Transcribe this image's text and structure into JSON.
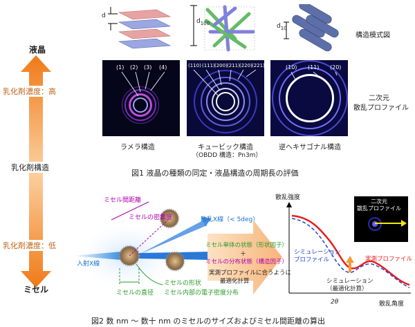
{
  "left_axis": {
    "top_label": "液晶",
    "high_label": "乳化剤濃度：高",
    "middle_label": "乳化剤構造",
    "low_label": "乳化剤濃度：低",
    "bottom_label": "ミセル"
  },
  "fig1": {
    "schematic_label": "構造模式図",
    "scattering_label_line1": "二次元",
    "scattering_label_line2": "散乱プロファイル",
    "d_lamella": "d",
    "d_cubic": "d",
    "d_cubic_sub": "100",
    "d_hex": "d",
    "d_hex_sub": "10",
    "lamella_peaks": [
      "(1)",
      "(2)",
      "(3)",
      "(4)"
    ],
    "cubic_peaks": [
      "(110)",
      "(111)",
      "(200)",
      "(211)",
      "(220)",
      "(221)"
    ],
    "hex_peaks": [
      "(10)",
      "(11)",
      "(20)"
    ],
    "lamella_name": "ラメラ構造",
    "cubic_name": "キュービック構造",
    "cubic_sub": "（OBDD 構造：Pn3m）",
    "hex_name": "逆ヘキサゴナル構造",
    "caption": "図1 液晶の種類の同定・液晶構造の周期長の評価"
  },
  "fig2": {
    "micelle_spacing": "ミセル間距離",
    "micelle_density": "ミセルの密集度",
    "xray_label": "散乱X線（< 5deg）",
    "incident_label": "入射X線",
    "diameter_label": "ミセルの直径",
    "shape_label": "ミセルの形状",
    "electron_label": "ミセル内部の電子密度分布",
    "form_factor": "ミセル単体の状態（形状因子）",
    "plus": "＋",
    "structure_factor": "ミセルの分布状態（構造因子）",
    "fit_line1": "実測プロファイルに合うように",
    "fit_line2": "最適化計算",
    "intensity_axis": "散乱強度",
    "angle_axis": "散乱角度",
    "two_theta": "2θ",
    "sim_profile_line1": "シミュレーション",
    "sim_profile_line2": "プロファイル",
    "measured_profile": "実測プロファイル",
    "sim_opt_line1": "シミュレーション",
    "sim_opt_line2": "（最適化計算）",
    "inset_line1": "二次元",
    "inset_line2": "散乱プロファイル",
    "caption": "図2 数 nm ～ 数十 nm のミセルのサイズおよびミセル間距離の算出"
  },
  "colors": {
    "axis_arrow": "#f39a3a",
    "measured": "#e81d1d",
    "simulated": "#2244cc",
    "magenta_label": "#b000b0",
    "green_label": "#2a9a2a",
    "blue_label": "#1a73c8"
  }
}
